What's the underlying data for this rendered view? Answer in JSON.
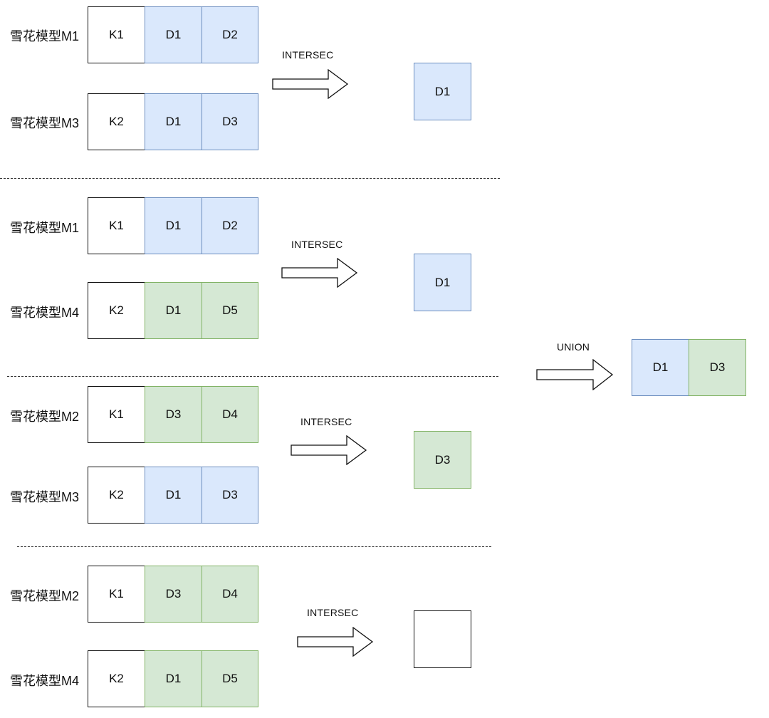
{
  "panels": [
    {
      "rows": [
        {
          "label": "雪花模型M1",
          "key": "K1",
          "dims": [
            {
              "text": "D1",
              "color": "blue"
            },
            {
              "text": "D2",
              "color": "blue"
            }
          ]
        },
        {
          "label": "雪花模型M3",
          "key": "K2",
          "dims": [
            {
              "text": "D1",
              "color": "blue"
            },
            {
              "text": "D3",
              "color": "blue"
            }
          ]
        }
      ],
      "operation": "INTERSEC",
      "result": {
        "text": "D1",
        "color": "blue"
      }
    },
    {
      "rows": [
        {
          "label": "雪花模型M1",
          "key": "K1",
          "dims": [
            {
              "text": "D1",
              "color": "blue"
            },
            {
              "text": "D2",
              "color": "blue"
            }
          ]
        },
        {
          "label": "雪花模型M4",
          "key": "K2",
          "dims": [
            {
              "text": "D1",
              "color": "green"
            },
            {
              "text": "D5",
              "color": "green"
            }
          ]
        }
      ],
      "operation": "INTERSEC",
      "result": {
        "text": "D1",
        "color": "blue"
      }
    },
    {
      "rows": [
        {
          "label": "雪花模型M2",
          "key": "K1",
          "dims": [
            {
              "text": "D3",
              "color": "green"
            },
            {
              "text": "D4",
              "color": "green"
            }
          ]
        },
        {
          "label": "雪花模型M3",
          "key": "K2",
          "dims": [
            {
              "text": "D1",
              "color": "blue"
            },
            {
              "text": "D3",
              "color": "blue"
            }
          ]
        }
      ],
      "operation": "INTERSEC",
      "result": {
        "text": "D3",
        "color": "green"
      }
    },
    {
      "rows": [
        {
          "label": "雪花模型M2",
          "key": "K1",
          "dims": [
            {
              "text": "D3",
              "color": "green"
            },
            {
              "text": "D4",
              "color": "green"
            }
          ]
        },
        {
          "label": "雪花模型M4",
          "key": "K2",
          "dims": [
            {
              "text": "D1",
              "color": "green"
            },
            {
              "text": "D5",
              "color": "green"
            }
          ]
        }
      ],
      "operation": "INTERSEC",
      "result": {
        "text": "",
        "color": "white"
      }
    }
  ],
  "union": {
    "operation": "UNION",
    "result": [
      {
        "text": "D1",
        "color": "blue"
      },
      {
        "text": "D3",
        "color": "green"
      }
    ]
  },
  "colors": {
    "blue_fill": "#dae8fc",
    "blue_stroke": "#6c8ebf",
    "green_fill": "#d5e8d4",
    "green_stroke": "#82b366",
    "white_fill": "#ffffff",
    "black_stroke": "#111111"
  }
}
